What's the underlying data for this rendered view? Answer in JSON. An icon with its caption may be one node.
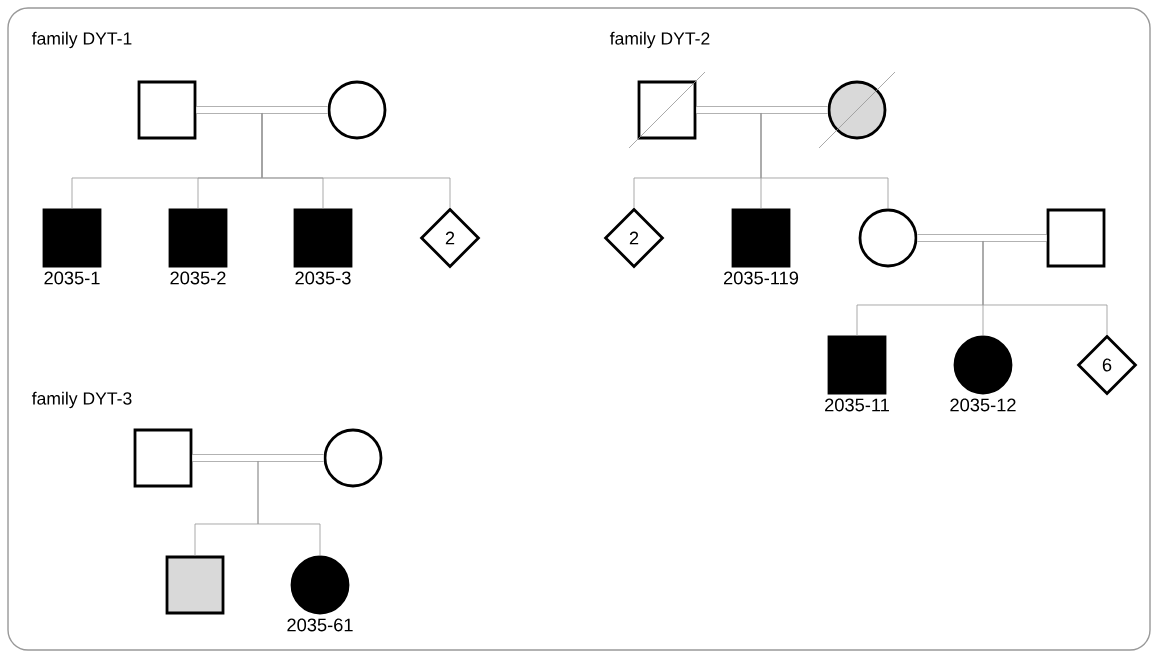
{
  "diagram": {
    "nodes": [
      {
        "text": [],
        "shape": "box"
      },
      {
        "text": [],
        "shape": "circle"
      },
      {
        "text": [],
        "shape": "box",
        "beside": [
          "2035-1"
        ]
      },
      {
        "text": [],
        "shape": "box",
        "beside": [
          "2035-2"
        ]
      },
      {
        "text": [],
        "shape": "box",
        "beside": [
          "2035-3"
        ]
      },
      {
        "text": [
          "2"
        ]
      },
      {
        "text": [],
        "shape": "box"
      },
      {
        "text": [],
        "shape": "circle"
      },
      {
        "text": [
          "2"
        ]
      },
      {
        "text": [],
        "shape": "box",
        "beside": [
          "2035-119"
        ]
      },
      {
        "text": [],
        "shape": "circle"
      },
      {
        "text": [],
        "shape": "box"
      },
      {
        "text": [],
        "shape": "box",
        "beside": [
          "2035-11"
        ]
      },
      {
        "text": [],
        "shape": "circle",
        "beside": [
          "2035-12"
        ]
      },
      {
        "text": [
          "6"
        ]
      },
      {
        "text": [],
        "shape": "box"
      },
      {
        "text": [],
        "shape": "circle"
      },
      {
        "text": [],
        "shape": "box"
      },
      {
        "text": [],
        "shape": "circle",
        "beside": [
          "2035-61"
        ]
      }
    ],
    "edges": [
      {
        "from": 0,
        "to": 1,
        "arrow": "none",
        "style": "thick"
      },
      {
        "from": null,
        "to": 2,
        "arrow": "none"
      },
      {
        "from": null,
        "to": 3,
        "arrow": "none"
      },
      {
        "from": null,
        "to": 4,
        "arrow": "none"
      },
      {
        "from": null,
        "to": 5,
        "arrow": "none"
      },
      {
        "from": 6,
        "to": 7,
        "arrow": "none",
        "style": "thick"
      },
      {
        "from": null,
        "to": 8,
        "arrow": "none"
      },
      {
        "from": null,
        "to": 9,
        "arrow": "none"
      },
      {
        "from": null,
        "to": 10,
        "arrow": "none"
      },
      {
        "from": 10,
        "to": 11,
        "arrow": "none",
        "style": "thick"
      },
      {
        "from": null,
        "to": 12,
        "arrow": "none"
      },
      {
        "from": null,
        "to": 13,
        "arrow": "none"
      },
      {
        "from": null,
        "to": 14,
        "arrow": "none"
      },
      {
        "from": 15,
        "to": 16,
        "arrow": "none",
        "style": "thick"
      },
      {
        "from": null,
        "to": 17,
        "arrow": "none"
      },
      {
        "from": null,
        "to": 18,
        "arrow": "none"
      }
    ],
    "labels": [
      "family DYT-1",
      "family DYT-2",
      "family DYT-3"
    ]
  }
}
